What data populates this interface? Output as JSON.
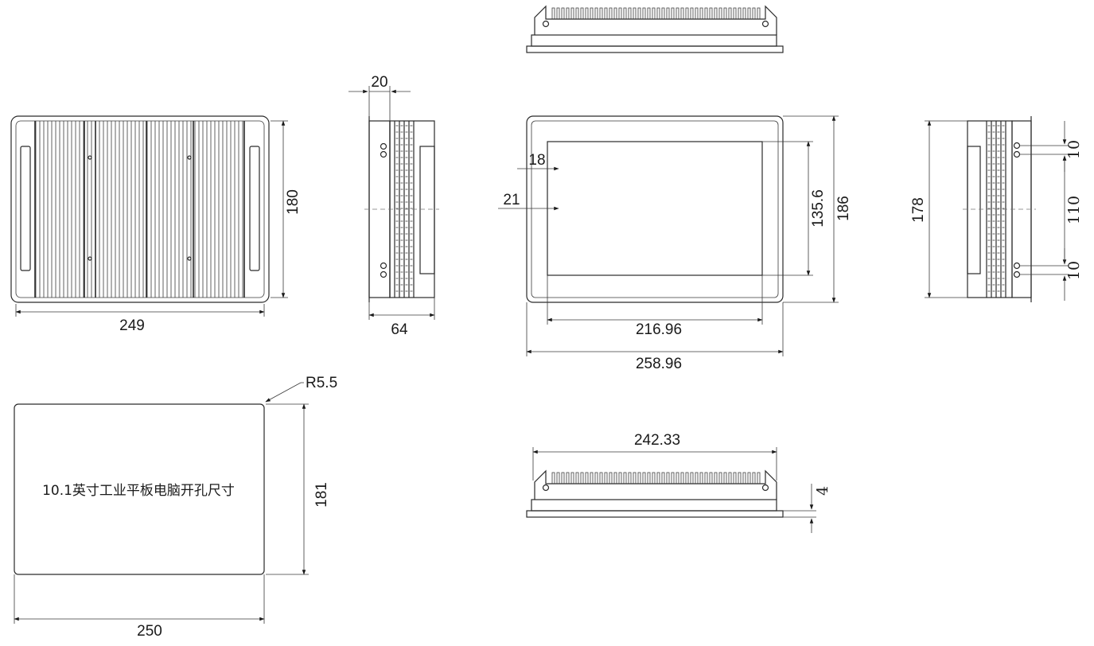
{
  "drawing": {
    "caption": "10.1英寸工业平板电脑开孔尺寸",
    "dimensions": {
      "rear_width": "249",
      "rear_height": "180",
      "side_depth_top": "20",
      "side_depth_bottom": "64",
      "front_screen_offset_top": "18",
      "front_screen_offset_left": "21",
      "front_screen_height": "135.6",
      "front_height": "186",
      "front_screen_width": "216.96",
      "front_width": "258.96",
      "right_height": "178",
      "right_hole_top": "10",
      "right_hole_span": "110",
      "right_hole_bottom": "10",
      "cutout_radius": "R5.5",
      "cutout_height": "181",
      "cutout_width": "250",
      "bottom_body_width": "242.33",
      "bottom_flange_thickness": "4"
    }
  }
}
